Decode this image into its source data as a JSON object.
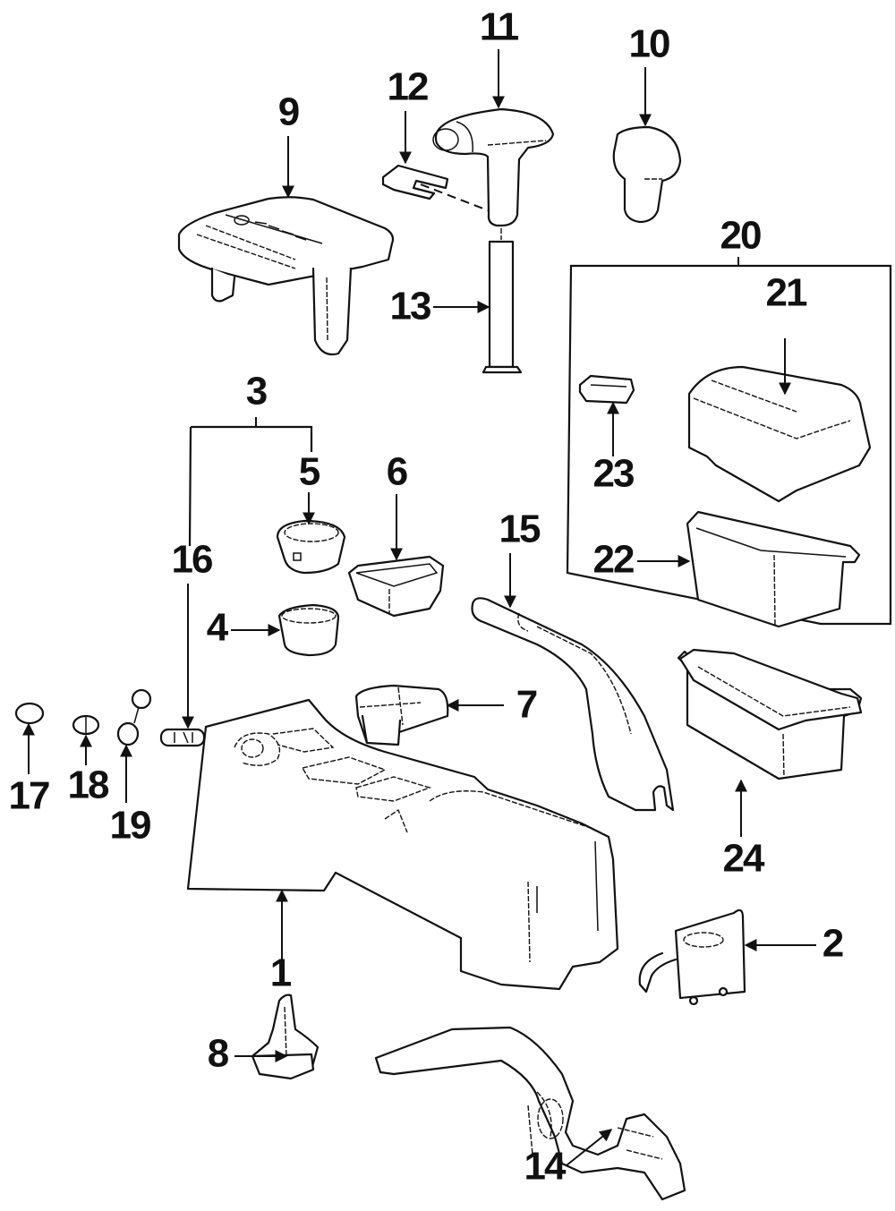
{
  "diagram": {
    "type": "exploded-parts-diagram",
    "subject": "center console",
    "callouts": {
      "c1": "1",
      "c2": "2",
      "c3": "3",
      "c4": "4",
      "c5": "5",
      "c6": "6",
      "c7": "7",
      "c8": "8",
      "c9": "9",
      "c10": "10",
      "c11": "11",
      "c12": "12",
      "c13": "13",
      "c14": "14",
      "c15": "15",
      "c16": "16",
      "c17": "17",
      "c18": "18",
      "c19": "19",
      "c20": "20",
      "c21": "21",
      "c22": "22",
      "c23": "23",
      "c24": "24"
    },
    "groups": [
      {
        "label": "3",
        "includes": [
          "4",
          "5",
          "16"
        ]
      },
      {
        "label": "20",
        "includes": [
          "21",
          "22",
          "23"
        ]
      }
    ],
    "colors": {
      "line": "#111111",
      "background": "#ffffff"
    }
  }
}
